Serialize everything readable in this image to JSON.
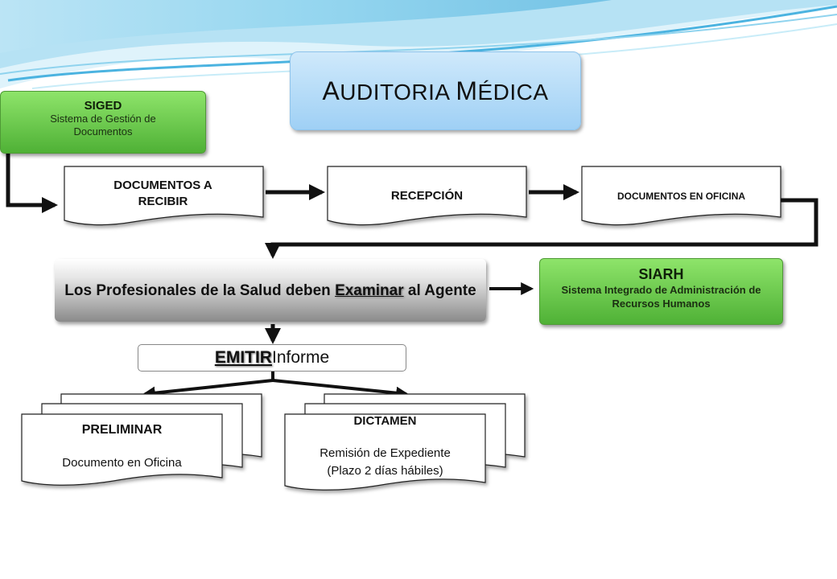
{
  "title": {
    "first": "A",
    "rest1": "UDITORIA ",
    "second": "M",
    "rest2": "ÉDICA"
  },
  "siged": {
    "name": "SIGED",
    "description": "Sistema de Gestión de Documentos"
  },
  "docs": {
    "recibir": "DOCUMENTOS A RECIBIR",
    "recepcion": "RECEPCIÓN",
    "oficina": "DOCUMENTOS EN OFICINA"
  },
  "examinar": {
    "before": "Los Profesionales de la Salud deben ",
    "emphasis": "Examinar",
    "after": " al Agente"
  },
  "siarh": {
    "name": "SIARH",
    "description": "Sistema Integrado de Administración de Recursos Humanos"
  },
  "emitir": {
    "emphasis": "EMITIR",
    "after": " Informe"
  },
  "preliminar": {
    "title": "PRELIMINAR",
    "subtitle": "Documento en Oficina"
  },
  "dictamen": {
    "title": "DICTAMEN",
    "line1": "Remisión de Expediente",
    "line2": "(Plazo 2 días hábiles)"
  },
  "colors": {
    "green": "#5cc040",
    "blue": "#b8ddf7",
    "arrow": "#111111"
  }
}
